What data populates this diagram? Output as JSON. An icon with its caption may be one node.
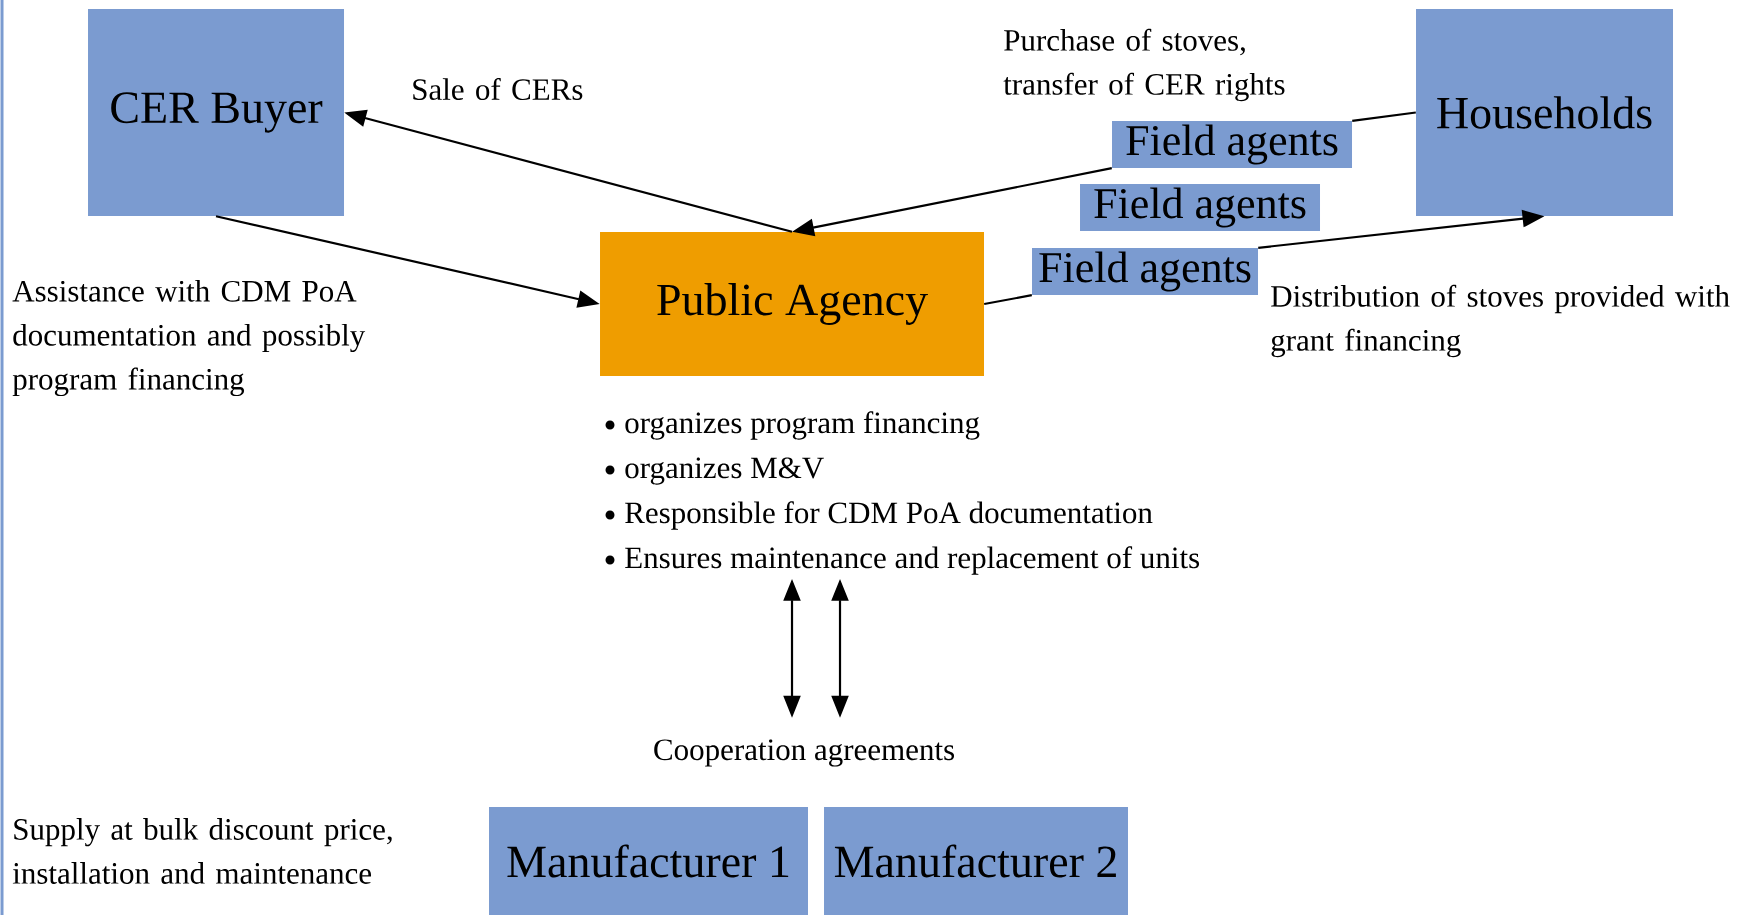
{
  "diagram": {
    "nodes": [
      {
        "text": [
          "CER Buyer"
        ]
      },
      {
        "text": [
          "Households"
        ]
      },
      {
        "text": [
          "Public Agency"
        ]
      },
      {
        "text": [
          "Field agents"
        ]
      },
      {
        "text": [
          "Field agents"
        ]
      },
      {
        "text": [
          "Field agents"
        ]
      },
      {
        "text": [
          "Manufacturer 1"
        ]
      },
      {
        "text": [
          "Manufacturer 2"
        ]
      },
      {
        "text": [
          "organizes program financing",
          "organizes M&V",
          "Responsible for CDM PoA documentation",
          "Ensures maintenance and replacement of units"
        ]
      },
      {
        "text": [
          "Cooperation agreements"
        ]
      }
    ],
    "edges": [
      {
        "from": 0,
        "to": 2,
        "arrow": "to",
        "label": "Assistance with CDM PoA documentation and possibly program financing"
      },
      {
        "from": 2,
        "to": 0,
        "arrow": "to",
        "label": "Sale of CERs"
      },
      {
        "from": 1,
        "to": 3,
        "arrow": "none",
        "label": "Purchase of stoves, transfer of CER rights"
      },
      {
        "from": 3,
        "to": 2,
        "arrow": "to"
      },
      {
        "from": 2,
        "to": 5,
        "arrow": "none"
      },
      {
        "from": 5,
        "to": 1,
        "arrow": "to",
        "label": "Distribution of stoves provided with grant financing"
      },
      {
        "from": 8,
        "to": 9,
        "arrow": "both"
      },
      {
        "from": 8,
        "to": 9,
        "arrow": "both"
      }
    ],
    "labels": [
      "Supply at bulk discount price, installation and maintenance"
    ]
  }
}
